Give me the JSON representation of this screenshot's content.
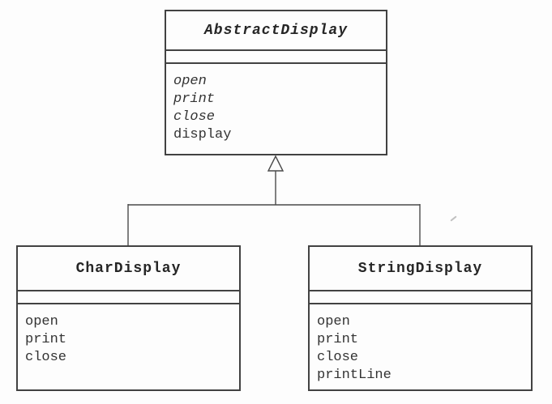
{
  "diagram": {
    "type": "uml-class-diagram",
    "classes": [
      {
        "name": "AbstractDisplay",
        "abstract": true,
        "attributes_compartment": "",
        "methods": [
          {
            "name": "open",
            "abstract": true
          },
          {
            "name": "print",
            "abstract": true
          },
          {
            "name": "close",
            "abstract": true
          },
          {
            "name": "display",
            "abstract": false
          }
        ]
      },
      {
        "name": "CharDisplay",
        "abstract": false,
        "attributes_compartment": "",
        "methods": [
          {
            "name": "open",
            "abstract": false
          },
          {
            "name": "print",
            "abstract": false
          },
          {
            "name": "close",
            "abstract": false
          }
        ]
      },
      {
        "name": "StringDisplay",
        "abstract": false,
        "attributes_compartment": "",
        "methods": [
          {
            "name": "open",
            "abstract": false
          },
          {
            "name": "print",
            "abstract": false
          },
          {
            "name": "close",
            "abstract": false
          },
          {
            "name": "printLine",
            "abstract": false
          }
        ]
      }
    ],
    "relationships": [
      {
        "type": "generalization",
        "from": "CharDisplay",
        "to": "AbstractDisplay"
      },
      {
        "type": "generalization",
        "from": "StringDisplay",
        "to": "AbstractDisplay"
      }
    ],
    "colors": {
      "line": "#4a4a4a",
      "border": "#424242",
      "text": "#2e2e2e",
      "background": "#fdfdfd"
    }
  }
}
